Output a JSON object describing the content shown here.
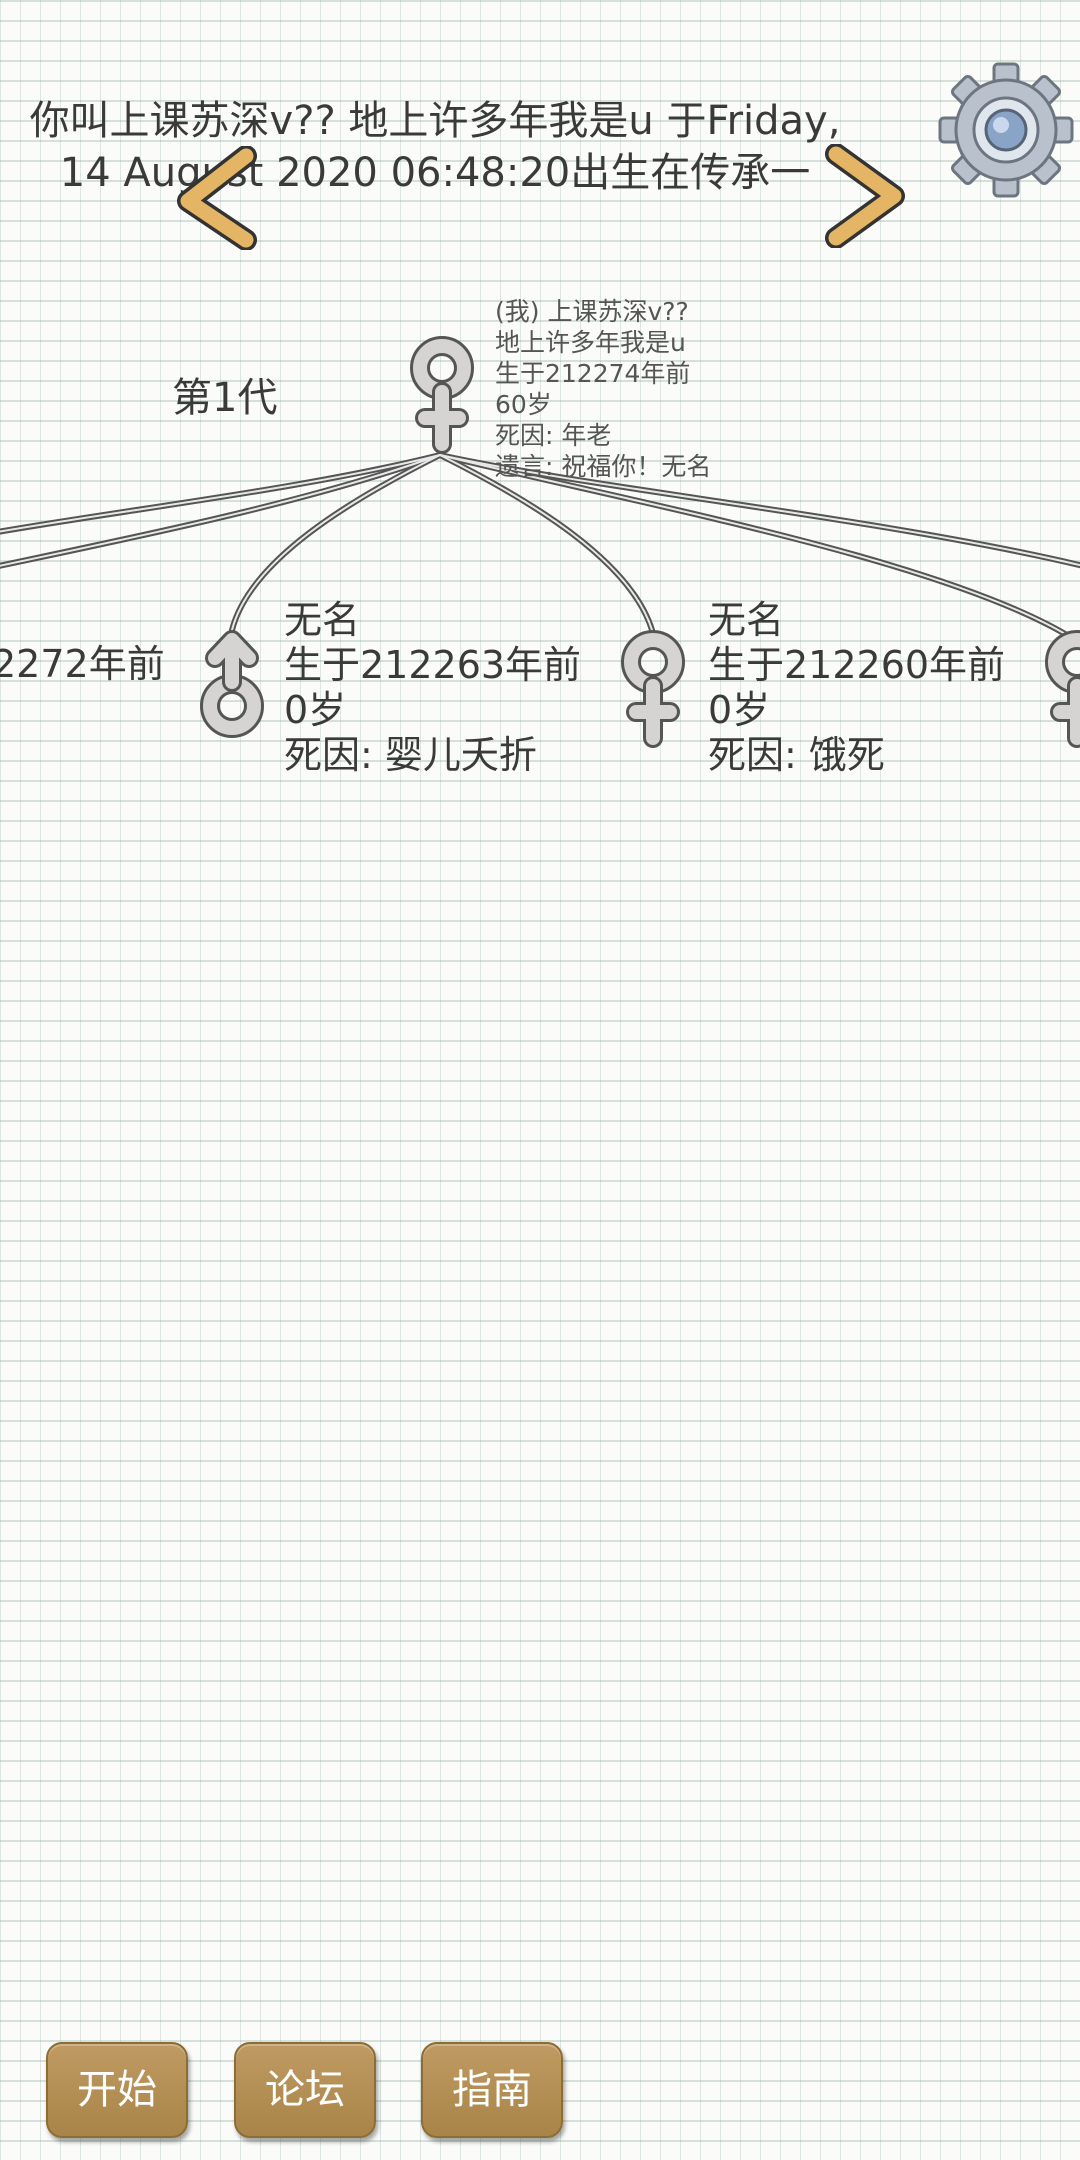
{
  "header": {
    "line1": "你叫上课苏深v?? 地上许多年我是u 于Friday,",
    "line2": "14 August 2020 06:48:20出生在传承一"
  },
  "icons": {
    "prev": "chevron-left-icon",
    "next": "chevron-right-icon",
    "settings": "gear-icon",
    "female": "female-symbol-icon",
    "male": "male-symbol-icon"
  },
  "colors": {
    "button": "#b08c4f",
    "arrow": "#e0b060",
    "grid": "#c8d6cf"
  },
  "tree": {
    "generation_label": "第1代",
    "self": {
      "lines": [
        "(我) 上课苏深v??",
        "地上许多年我是u",
        "生于212274年前",
        "60岁",
        "死因:  年老",
        "遗言:  祝福你！无名"
      ]
    },
    "children": [
      {
        "lines": [
          "2272年前"
        ]
      },
      {
        "lines": [
          "无名",
          "生于212263年前",
          "0岁",
          "死因:  婴儿夭折"
        ]
      },
      {
        "lines": [
          "无名",
          "生于212260年前",
          "0岁",
          "死因:  饿死"
        ]
      }
    ]
  },
  "bottom_buttons": {
    "start": "开始",
    "forum": "论坛",
    "guide": "指南"
  }
}
